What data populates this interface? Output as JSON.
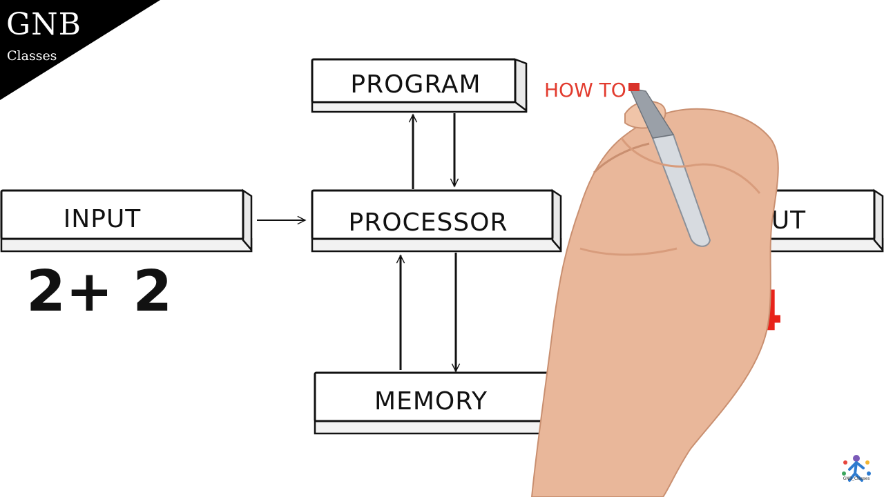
{
  "brand": {
    "title": "GNB",
    "subtitle": "Classes",
    "badge_color": "#000000"
  },
  "diagram": {
    "program_label": "PROGRAM",
    "input_label": "INPUT",
    "processor_label": "PROCESSOR",
    "memory_label": "MEMORY",
    "output_partial_label": "UT",
    "expression": "2+ 2",
    "handwritten_note": "HOW TO I",
    "result": "4",
    "accent_color": "#e23b2e"
  },
  "footer": {
    "logo_caption": "GNB_Classes"
  }
}
